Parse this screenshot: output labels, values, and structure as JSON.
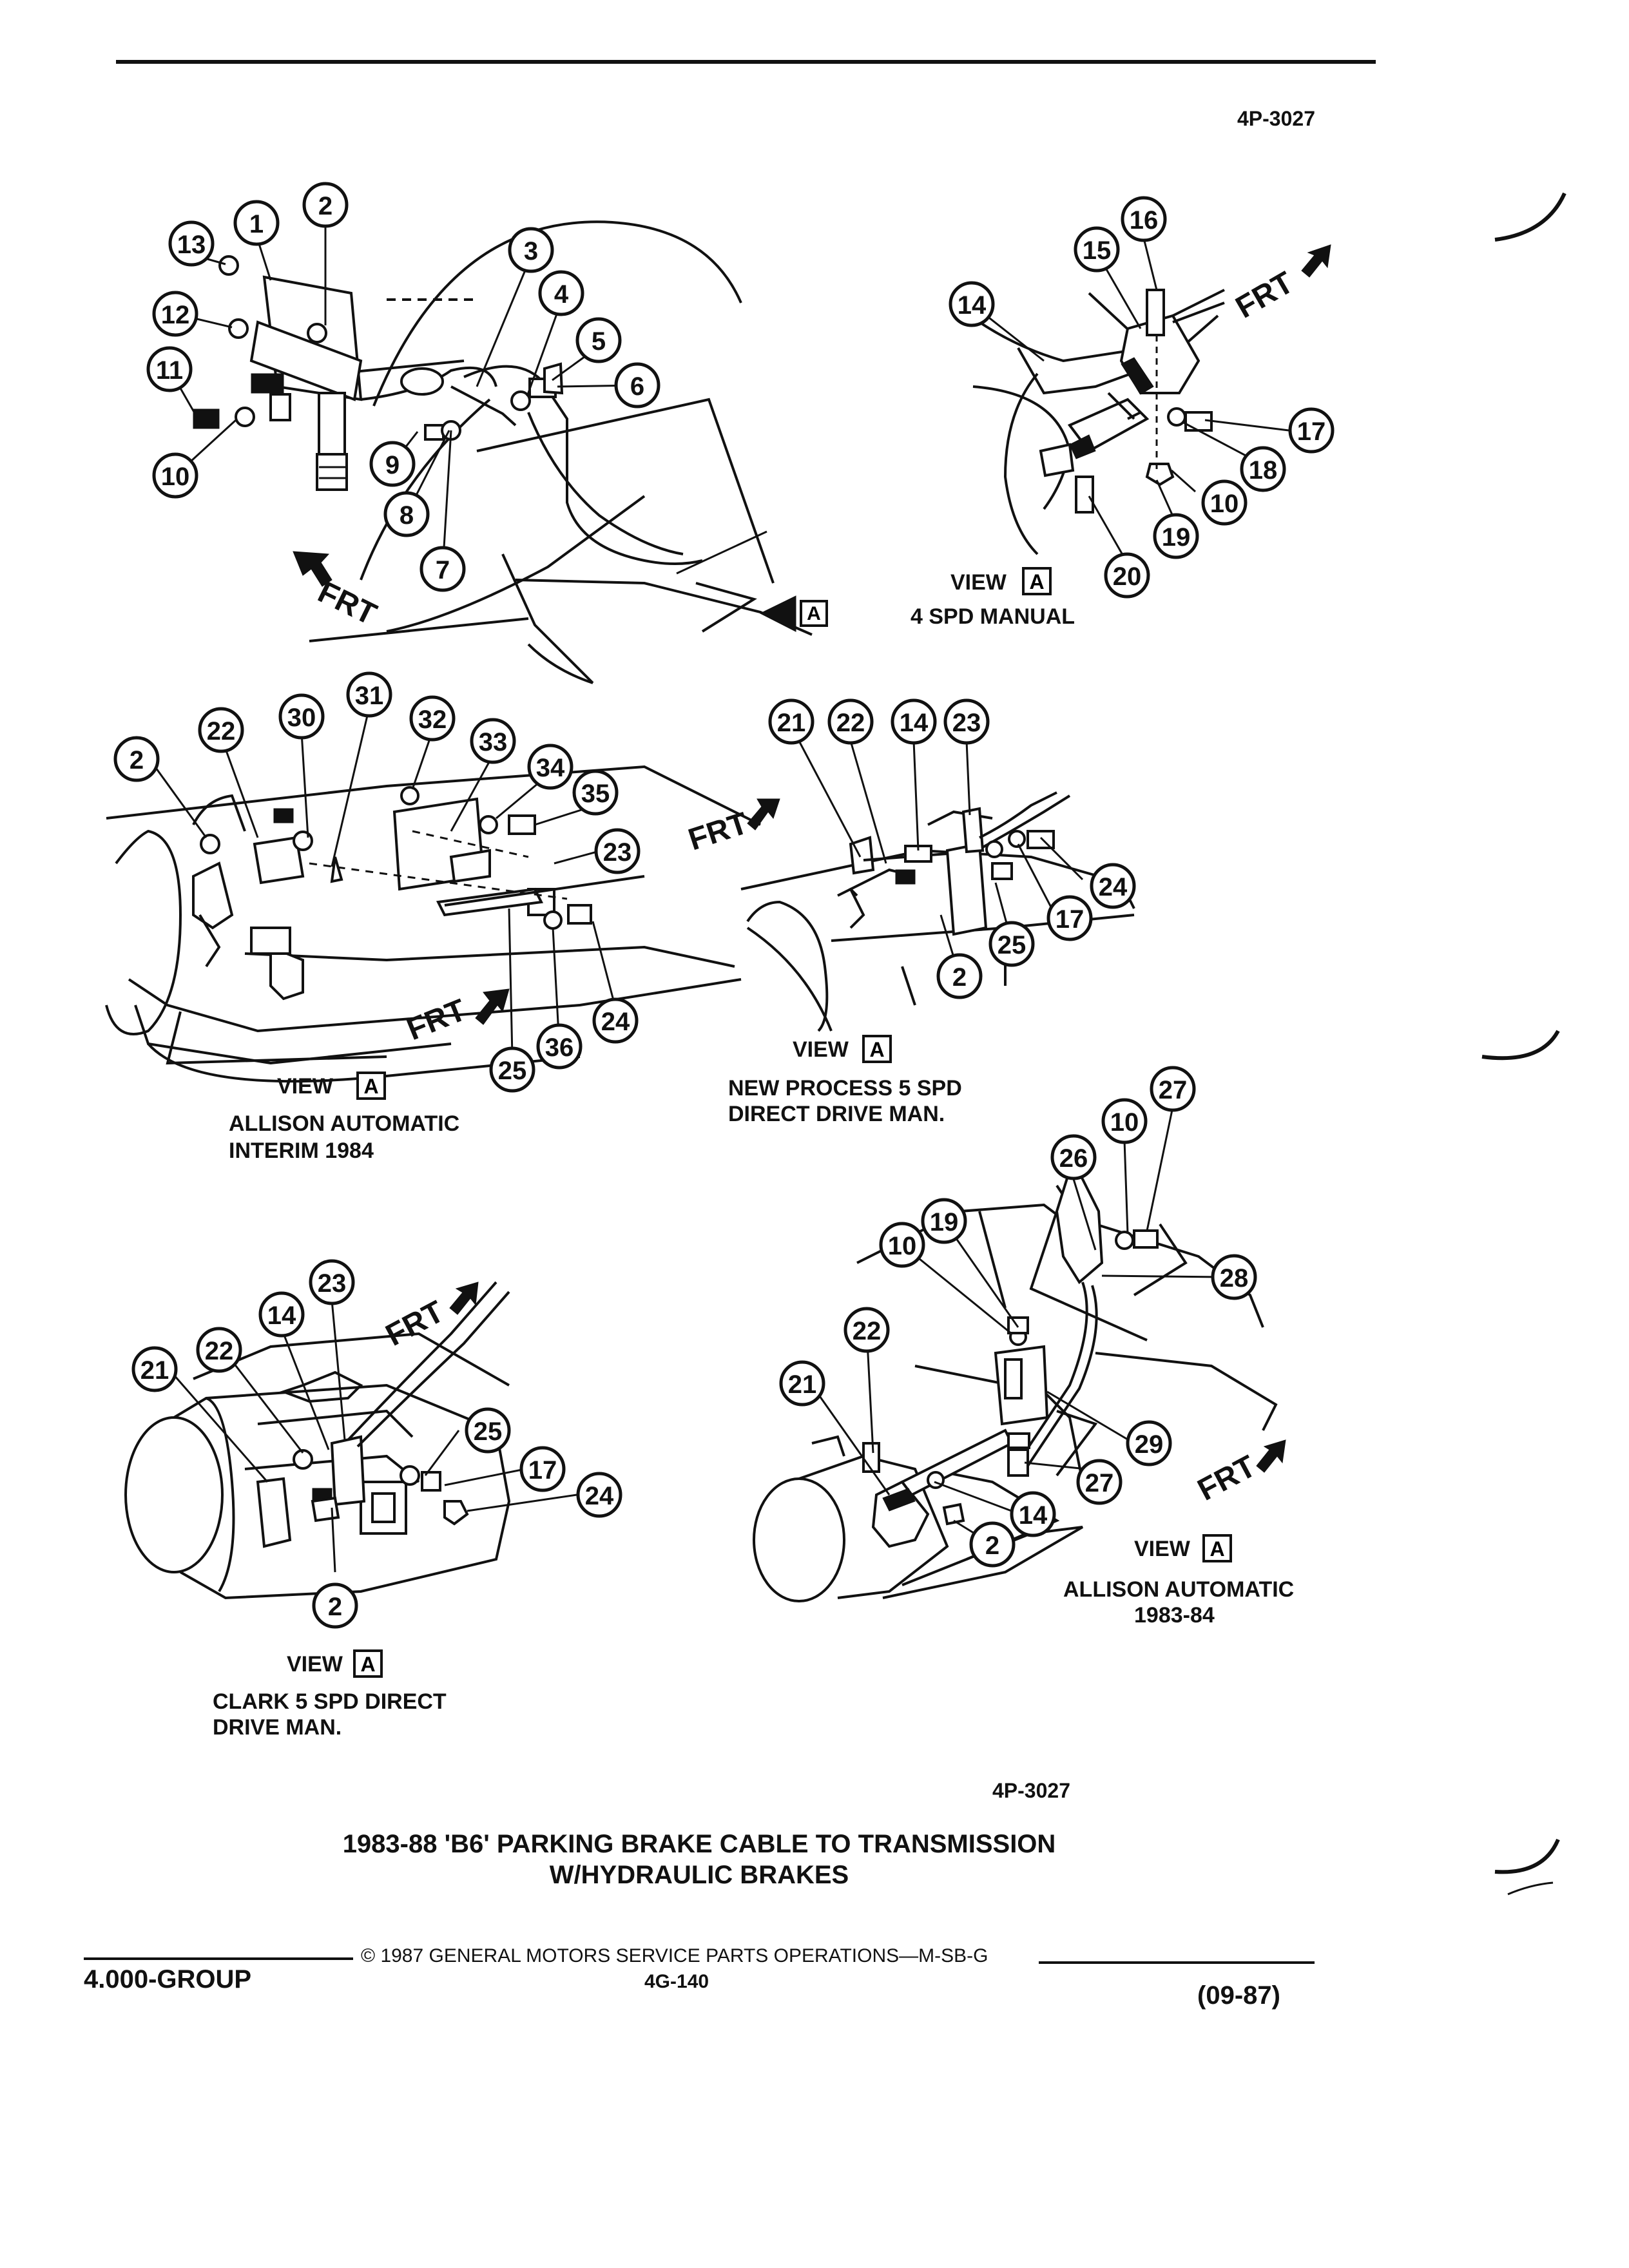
{
  "header": {
    "ref_top": "4P-3027"
  },
  "views": {
    "main": {
      "frt": "FRT",
      "view_tag": "A"
    },
    "four_spd": {
      "view_word": "VIEW",
      "view_tag": "A",
      "caption": [
        "4 SPD MANUAL"
      ],
      "frt": "FRT"
    },
    "allison_interim": {
      "view_word": "VIEW",
      "view_tag": "A",
      "caption": [
        "ALLISON AUTOMATIC",
        "INTERIM 1984"
      ],
      "frt": "FRT"
    },
    "new_process": {
      "view_word": "VIEW",
      "view_tag": "A",
      "caption": [
        "NEW PROCESS 5 SPD",
        "DIRECT DRIVE MAN."
      ],
      "frt": "FRT"
    },
    "clark": {
      "view_word": "VIEW",
      "view_tag": "A",
      "caption": [
        "CLARK 5 SPD DIRECT",
        "DRIVE MAN."
      ],
      "frt": "FRT"
    },
    "allison_8384": {
      "view_word": "VIEW",
      "view_tag": "A",
      "caption": [
        "ALLISON AUTOMATIC",
        "1983-84"
      ],
      "frt": "FRT"
    }
  },
  "ref_bottom": "4P-3027",
  "title": [
    "1983-88 'B6' PARKING BRAKE CABLE TO TRANSMISSION",
    "W/HYDRAULIC BRAKES"
  ],
  "footer": {
    "group": "4.000-GROUP",
    "copyright": "© 1987 GENERAL MOTORS SERVICE PARTS OPERATIONS—M-SB-G",
    "page": "4G-140",
    "date": "(09-87)"
  },
  "callouts": {
    "main": [
      "13",
      "1",
      "2",
      "12",
      "11",
      "10",
      "3",
      "4",
      "5",
      "6",
      "9",
      "8",
      "7"
    ],
    "four_spd": [
      "16",
      "15",
      "14",
      "17",
      "18",
      "10",
      "19",
      "20"
    ],
    "allison_interim": [
      "2",
      "22",
      "30",
      "31",
      "32",
      "33",
      "34",
      "35",
      "23",
      "24",
      "36",
      "25"
    ],
    "new_process": [
      "21",
      "22",
      "14",
      "23",
      "24",
      "17",
      "25",
      "2"
    ],
    "clark": [
      "23",
      "14",
      "22",
      "21",
      "25",
      "17",
      "24",
      "2"
    ],
    "allison_8384": [
      "27",
      "10",
      "26",
      "19",
      "10",
      "28",
      "22",
      "21",
      "29",
      "27",
      "14",
      "2"
    ]
  }
}
